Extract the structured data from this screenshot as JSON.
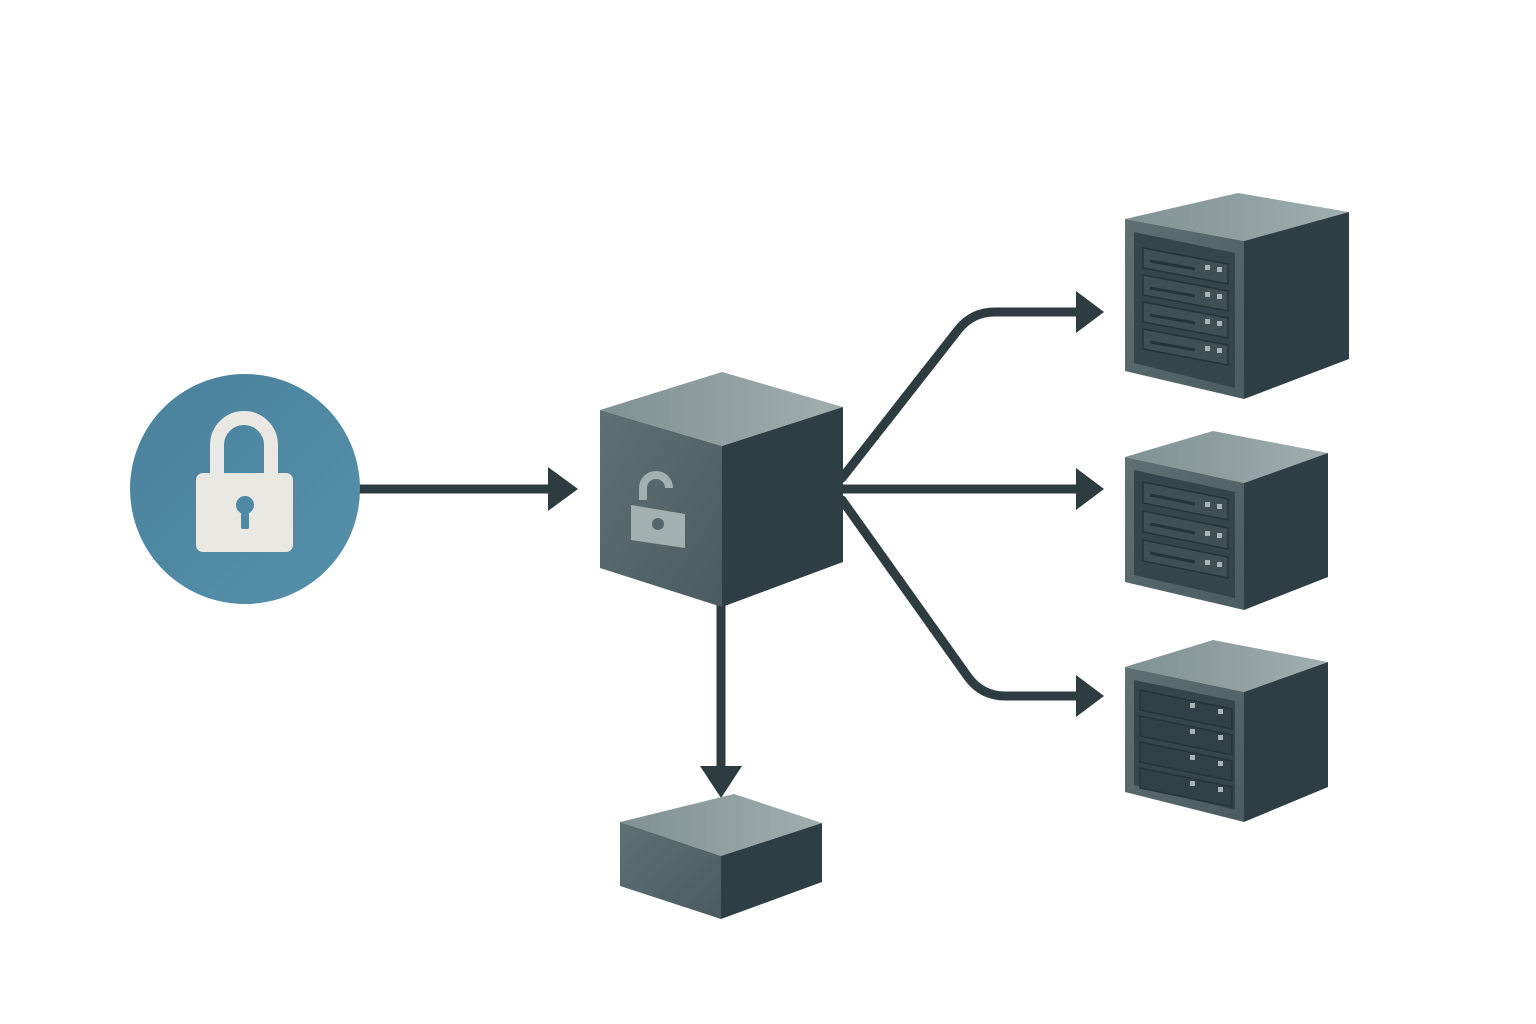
{
  "colors": {
    "background": "#ffffff",
    "lock_circle": "#4f88a2",
    "lock_body": "#eae8e3",
    "arrow": "#2c3c40",
    "cube_top": "#8b9c9c",
    "cube_front": "#56676b",
    "cube_side": "#2d3f44",
    "server_slot": "#3f5055",
    "server_led": "#a9b5b5"
  },
  "nodes": [
    {
      "name": "encrypted-lock-circle",
      "icon": "lock-closed-icon"
    },
    {
      "name": "decryption-hub-cube",
      "icon": "lock-open-icon"
    },
    {
      "name": "server-top",
      "icon": "server-icon"
    },
    {
      "name": "server-middle",
      "icon": "server-icon"
    },
    {
      "name": "server-bottom",
      "icon": "server-icon"
    },
    {
      "name": "storage-block",
      "icon": "box-icon"
    }
  ],
  "edges": [
    {
      "from": "encrypted-lock-circle",
      "to": "decryption-hub-cube"
    },
    {
      "from": "decryption-hub-cube",
      "to": "server-top"
    },
    {
      "from": "decryption-hub-cube",
      "to": "server-middle"
    },
    {
      "from": "decryption-hub-cube",
      "to": "server-bottom"
    },
    {
      "from": "decryption-hub-cube",
      "to": "storage-block"
    }
  ]
}
